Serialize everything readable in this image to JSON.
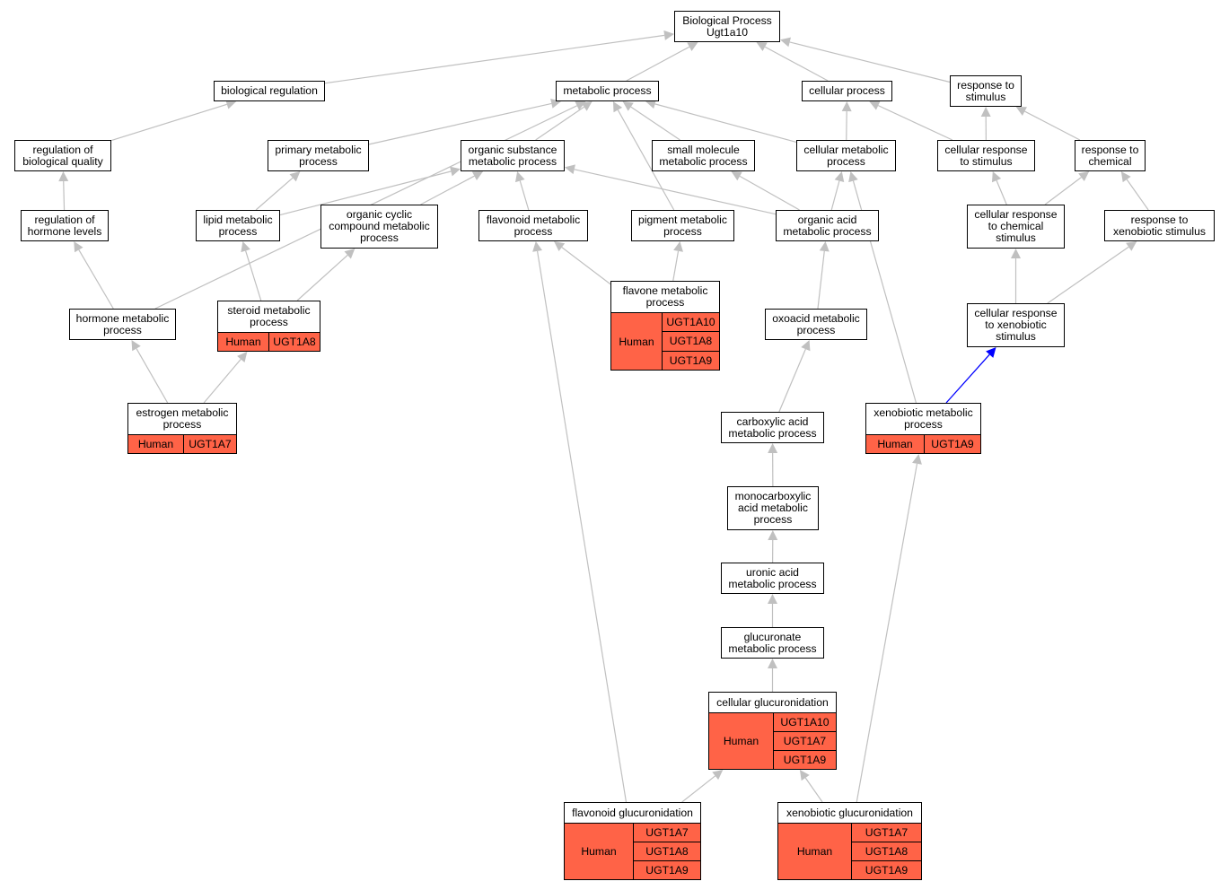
{
  "colors": {
    "annotation_fill": "#ff6347",
    "edge": "#c0c0c0",
    "highlight_edge": "#0000ff",
    "border": "#000000"
  },
  "nodes": [
    {
      "id": "bp",
      "label": "Biological Process\nUgt1a10"
    },
    {
      "id": "bioreg",
      "label": "biological regulation"
    },
    {
      "id": "metab",
      "label": "metabolic process"
    },
    {
      "id": "cellproc",
      "label": "cellular process"
    },
    {
      "id": "resp",
      "label": "response to\nstimulus"
    },
    {
      "id": "regqual",
      "label": "regulation of\nbiological quality"
    },
    {
      "id": "primmet",
      "label": "primary metabolic\nprocess"
    },
    {
      "id": "orgsub",
      "label": "organic substance\nmetabolic process"
    },
    {
      "id": "smallmol",
      "label": "small molecule\nmetabolic process"
    },
    {
      "id": "cellmet",
      "label": "cellular metabolic\nprocess"
    },
    {
      "id": "cellresp",
      "label": "cellular response\nto stimulus"
    },
    {
      "id": "respchem",
      "label": "response to\nchemical"
    },
    {
      "id": "reghorm",
      "label": "regulation of\nhormone levels"
    },
    {
      "id": "lipid",
      "label": "lipid metabolic\nprocess"
    },
    {
      "id": "orgcyc",
      "label": "organic cyclic\ncompound metabolic\nprocess"
    },
    {
      "id": "flavonoid",
      "label": "flavonoid metabolic\nprocess"
    },
    {
      "id": "pigment",
      "label": "pigment metabolic\nprocess"
    },
    {
      "id": "orgacid",
      "label": "organic acid\nmetabolic process"
    },
    {
      "id": "cellrespchem",
      "label": "cellular response\nto chemical\nstimulus"
    },
    {
      "id": "respxeno",
      "label": "response to\nxenobiotic stimulus"
    },
    {
      "id": "flavone",
      "label": "flavone metabolic\nprocess",
      "species": "Human",
      "genes": [
        "UGT1A10",
        "UGT1A8",
        "UGT1A9"
      ]
    },
    {
      "id": "hormone",
      "label": "hormone metabolic\nprocess"
    },
    {
      "id": "steroid",
      "label": "steroid metabolic\nprocess",
      "species": "Human",
      "genes": [
        "UGT1A8"
      ]
    },
    {
      "id": "oxoacid",
      "label": "oxoacid metabolic\nprocess"
    },
    {
      "id": "cellrespxeno",
      "label": "cellular response\nto xenobiotic\nstimulus"
    },
    {
      "id": "estrogen",
      "label": "estrogen metabolic\nprocess",
      "species": "Human",
      "genes": [
        "UGT1A7"
      ]
    },
    {
      "id": "carbox",
      "label": "carboxylic acid\nmetabolic process"
    },
    {
      "id": "xenomet",
      "label": "xenobiotic metabolic\nprocess",
      "species": "Human",
      "genes": [
        "UGT1A9"
      ]
    },
    {
      "id": "monocarb",
      "label": "monocarboxylic\nacid metabolic\nprocess"
    },
    {
      "id": "uronic",
      "label": "uronic acid\nmetabolic process"
    },
    {
      "id": "glucuronate",
      "label": "glucuronate\nmetabolic process"
    },
    {
      "id": "cellgluc",
      "label": "cellular glucuronidation",
      "species": "Human",
      "genes": [
        "UGT1A10",
        "UGT1A7",
        "UGT1A9"
      ]
    },
    {
      "id": "flavgluc",
      "label": "flavonoid glucuronidation",
      "species": "Human",
      "genes": [
        "UGT1A7",
        "UGT1A8",
        "UGT1A9"
      ]
    },
    {
      "id": "xenogluc",
      "label": "xenobiotic glucuronidation",
      "species": "Human",
      "genes": [
        "UGT1A7",
        "UGT1A8",
        "UGT1A9"
      ]
    }
  ],
  "edges": [
    {
      "from": "bioreg",
      "to": "bp"
    },
    {
      "from": "metab",
      "to": "bp"
    },
    {
      "from": "cellproc",
      "to": "bp"
    },
    {
      "from": "resp",
      "to": "bp"
    },
    {
      "from": "regqual",
      "to": "bioreg"
    },
    {
      "from": "primmet",
      "to": "metab"
    },
    {
      "from": "orgsub",
      "to": "metab"
    },
    {
      "from": "smallmol",
      "to": "metab"
    },
    {
      "from": "cellmet",
      "to": "metab"
    },
    {
      "from": "cellmet",
      "to": "cellproc"
    },
    {
      "from": "cellresp",
      "to": "cellproc"
    },
    {
      "from": "cellresp",
      "to": "resp"
    },
    {
      "from": "respchem",
      "to": "resp"
    },
    {
      "from": "reghorm",
      "to": "regqual"
    },
    {
      "from": "hormone",
      "to": "metab"
    },
    {
      "from": "lipid",
      "to": "primmet"
    },
    {
      "from": "lipid",
      "to": "orgsub"
    },
    {
      "from": "orgcyc",
      "to": "orgsub"
    },
    {
      "from": "flavonoid",
      "to": "orgsub"
    },
    {
      "from": "pigment",
      "to": "metab"
    },
    {
      "from": "orgacid",
      "to": "orgsub"
    },
    {
      "from": "orgacid",
      "to": "smallmol"
    },
    {
      "from": "orgacid",
      "to": "cellmet"
    },
    {
      "from": "cellrespchem",
      "to": "cellresp"
    },
    {
      "from": "cellrespchem",
      "to": "respchem"
    },
    {
      "from": "respxeno",
      "to": "respchem"
    },
    {
      "from": "hormone",
      "to": "reghorm"
    },
    {
      "from": "steroid",
      "to": "lipid"
    },
    {
      "from": "steroid",
      "to": "orgcyc"
    },
    {
      "from": "flavone",
      "to": "flavonoid"
    },
    {
      "from": "flavone",
      "to": "pigment"
    },
    {
      "from": "oxoacid",
      "to": "orgacid"
    },
    {
      "from": "cellrespxeno",
      "to": "cellrespchem"
    },
    {
      "from": "cellrespxeno",
      "to": "respxeno"
    },
    {
      "from": "estrogen",
      "to": "hormone"
    },
    {
      "from": "estrogen",
      "to": "steroid"
    },
    {
      "from": "carbox",
      "to": "oxoacid"
    },
    {
      "from": "xenomet",
      "to": "cellmet"
    },
    {
      "from": "xenomet",
      "to": "cellrespxeno",
      "highlight": true
    },
    {
      "from": "monocarb",
      "to": "carbox"
    },
    {
      "from": "uronic",
      "to": "monocarb"
    },
    {
      "from": "glucuronate",
      "to": "uronic"
    },
    {
      "from": "cellgluc",
      "to": "glucuronate"
    },
    {
      "from": "flavgluc",
      "to": "flavonoid"
    },
    {
      "from": "flavgluc",
      "to": "cellgluc"
    },
    {
      "from": "xenogluc",
      "to": "cellgluc"
    },
    {
      "from": "xenogluc",
      "to": "xenomet"
    }
  ]
}
